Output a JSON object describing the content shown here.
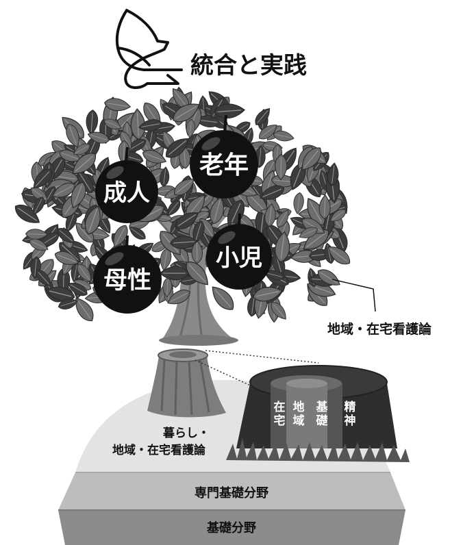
{
  "title": "統合と実践",
  "fruits": {
    "adult": "成人",
    "elderly": "老年",
    "maternal": "母性",
    "pediatric": "小児"
  },
  "canopy_callout": "地域・在宅看護論",
  "stump_left_label": [
    "暮らし・",
    "地域・在宅看護論"
  ],
  "stump_right_labels": [
    [
      "在",
      "宅"
    ],
    [
      "地",
      "域"
    ],
    [
      "基",
      "礎"
    ],
    [
      "精",
      "神"
    ]
  ],
  "ground_layers": {
    "specialized": "専門基礎分野",
    "basic": "基礎分野"
  },
  "colors": {
    "leaf": "#6d6d6d",
    "leaf_dark": "#3c3c3c",
    "trunk": "#8a8a8a",
    "fruit": "#111111",
    "ground_top": "#e6e6e6",
    "ground_mid": "#bdbdbd",
    "ground_bottom": "#8c8c8c"
  }
}
